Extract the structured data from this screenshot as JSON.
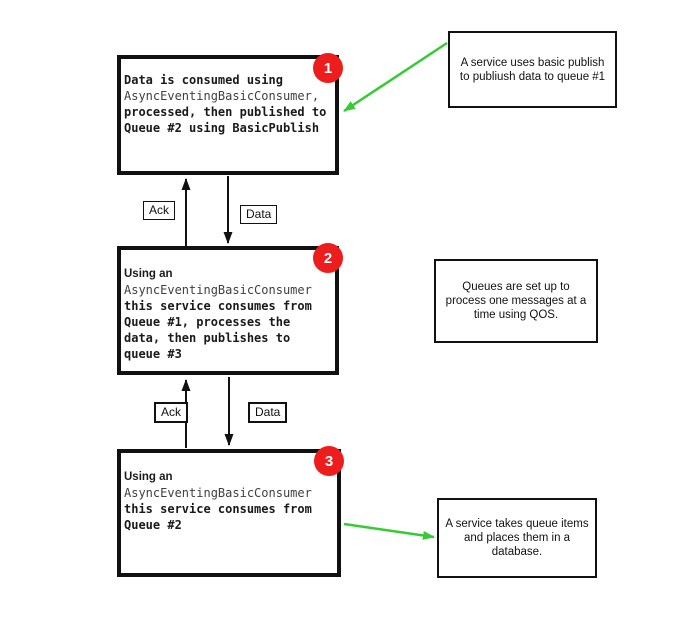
{
  "diagram": {
    "colors": {
      "badge_red": "#ee1d1d",
      "connector_green": "#33cc33",
      "box_border": "#111111",
      "mono_dim_text": "#404040"
    },
    "boxes": [
      {
        "badge": "1",
        "lines": [
          "Data is consumed using",
          "AsyncEventingBasicConsumer,",
          "processed, then published to",
          "Queue #2 using BasicPublish"
        ]
      },
      {
        "badge": "2",
        "lines": [
          "Using an",
          "AsyncEventingBasicConsumer",
          "this service consumes from",
          "Queue #1, processes the",
          "data, then publishes to",
          "queue #3"
        ]
      },
      {
        "badge": "3",
        "lines": [
          "Using an",
          "AsyncEventingBasicConsumer",
          "this service consumes from",
          "Queue #2"
        ]
      }
    ],
    "flows": [
      {
        "ack": "Ack",
        "data": "Data"
      },
      {
        "ack": "Ack",
        "data": "Data"
      }
    ],
    "notes": [
      "A service uses basic publish to publiush data to queue #1",
      "Queues are set up to process one messages at a time using QOS.",
      "A service takes queue items and places them in a database."
    ]
  }
}
